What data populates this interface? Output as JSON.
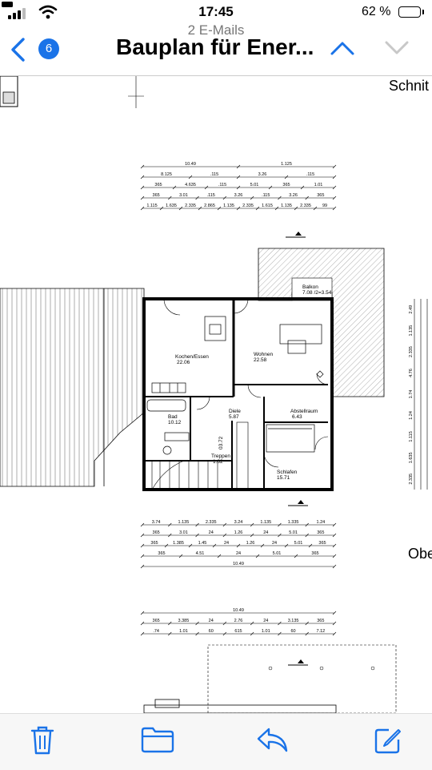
{
  "status_bar": {
    "time": "17:45",
    "battery_percent": "62 %",
    "battery_level": 0.62
  },
  "nav": {
    "subtitle": "2 E-Mails",
    "title": "Bauplan für Ener...",
    "unread_count": "6",
    "icons": {
      "back": "chevron-left-icon",
      "up": "chevron-up-icon",
      "down": "chevron-down-icon"
    }
  },
  "drawing": {
    "right_labels": {
      "section": "Schnit",
      "upper": "Obe"
    },
    "top_dims": {
      "row1": [
        "10.49",
        "1.125"
      ],
      "row2": [
        "8.125",
        ".115",
        "3.26",
        ".115"
      ],
      "row3": [
        "365",
        "4.635",
        ".115",
        "5.01",
        "365",
        "1.01"
      ],
      "row4": [
        "365",
        "3.01",
        ".115",
        "3.26",
        ".115",
        "3.26",
        "365"
      ],
      "row5": [
        "1.115",
        "1.635",
        "2.335",
        "2.865",
        "1.135",
        "2.335",
        "1.615",
        "1.135",
        "2.335",
        "99"
      ]
    },
    "rooms": {
      "balkon": {
        "name": "Balkon",
        "area": "7.08 /2=3.54"
      },
      "kochen": {
        "name": "Kochen/Essen",
        "area": "22.06"
      },
      "wohnen": {
        "name": "Wohnen",
        "area": "22.58"
      },
      "diele": {
        "name": "Diele",
        "area": "5.87"
      },
      "abstell": {
        "name": "Abstellraum",
        "area": "6.43"
      },
      "bad": {
        "name": "Bad",
        "area": "10.12"
      },
      "treppen": {
        "name": "Treppen",
        "area": "1.62"
      },
      "schlafen": {
        "name": "Schlafen",
        "area": "15.71"
      },
      "stair_marker": "03.72"
    },
    "bottom_dims": {
      "row1": [
        "3.74",
        "1.135",
        "2.335",
        "3.24",
        "1.135",
        "1.335",
        "1.24"
      ],
      "row2": [
        "365",
        "3.01",
        "24",
        "1.26",
        "24",
        "5.01",
        "365"
      ],
      "row3": [
        "365",
        "1.385",
        "1.45",
        "24",
        "1.26",
        "24",
        "5.01",
        "365"
      ],
      "row4": [
        "365",
        "4.51",
        "24",
        "5.01",
        "365"
      ],
      "row5": [
        "10.49"
      ]
    },
    "lower_dims": {
      "row1": [
        "10.49"
      ],
      "row2": [
        "365",
        "3.385",
        "24",
        "2.76",
        "24",
        "3.135",
        "365"
      ],
      "row3": [
        ".74",
        "1.01",
        "60",
        "615",
        "1.01",
        "60",
        "7.12"
      ]
    },
    "right_dims": [
      "2.49",
      "1.135",
      "2.335",
      "4.76",
      "1.74",
      "1.24",
      "1.115",
      "1.635",
      "2.335"
    ]
  },
  "toolbar": {
    "icons": {
      "trash": "trash-icon",
      "folder": "folder-icon",
      "reply": "reply-icon",
      "compose": "compose-icon"
    }
  },
  "colors": {
    "accent": "#1a73e8",
    "line": "#000000",
    "hatch": "#555555"
  }
}
